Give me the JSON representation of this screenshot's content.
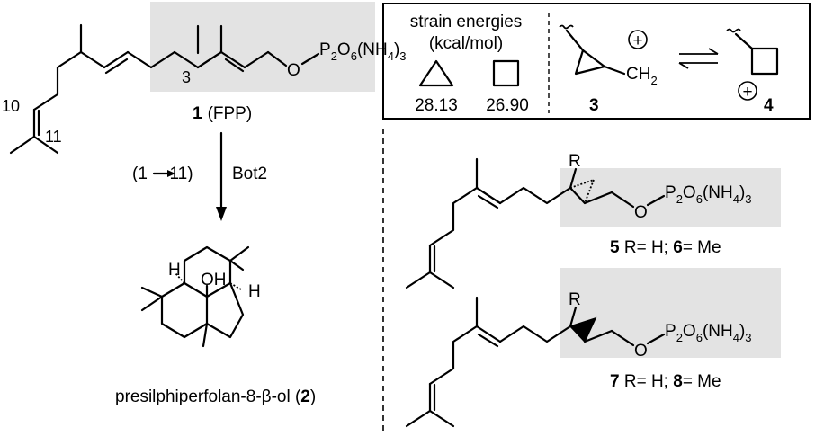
{
  "fpp": {
    "pp_group": "P",
    "pp_sub2": "2",
    "pp_o": "O",
    "pp_sub6": "6",
    "pp_nh": "(NH",
    "pp_sub4": "4",
    "pp_close": ")",
    "pp_sub3": "3",
    "o_atom": "O",
    "label_num": "1",
    "label_name": "(FPP)",
    "c3": "3",
    "c10": "10",
    "c11": "11"
  },
  "reaction": {
    "cyclization": "(1",
    "cyclization_end": "11)",
    "enzyme": "Bot2"
  },
  "product": {
    "h1": "H",
    "h2": "H",
    "oh": "OH",
    "name": "presilphiperfolan-8-β-ol (",
    "num": "2",
    "close": ")"
  },
  "strain_box": {
    "title_line1": "strain energies",
    "title_line2": "(kcal/mol)",
    "triangle_value": "28.13",
    "square_value": "26.90",
    "cation3_label": "3",
    "cation4_label": "4",
    "ch2": "CH",
    "ch2_sub": "2",
    "plus": "+"
  },
  "compound56": {
    "r": "R",
    "label": "5 R= H; 6= Me",
    "label_a": "5",
    "label_b": " R= H; ",
    "label_c": "6",
    "label_d": "= Me"
  },
  "compound78": {
    "r": "R",
    "label_a": "7",
    "label_b": " R= H; ",
    "label_c": "8",
    "label_d": "= Me"
  },
  "colors": {
    "highlight": "#e3e3e3",
    "ink": "#000000"
  }
}
